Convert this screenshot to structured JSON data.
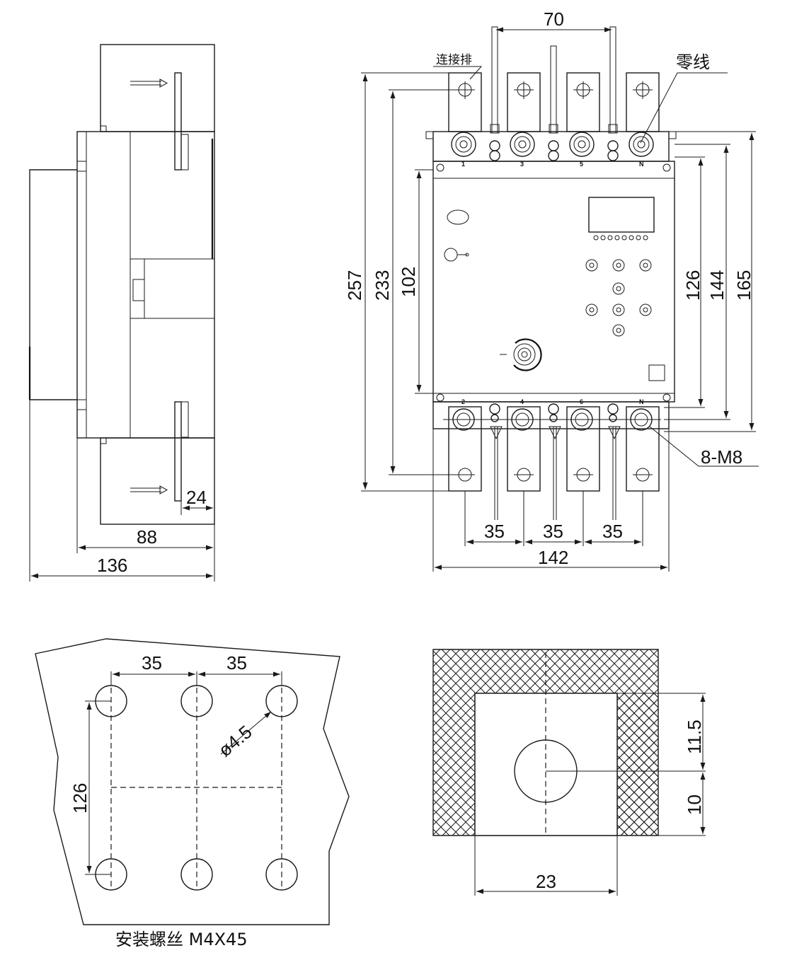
{
  "side_view": {
    "dim_24": "24",
    "dim_88": "88",
    "dim_136": "136"
  },
  "front_view": {
    "dim_70": "70",
    "label_busbar": "连接排",
    "label_neutral": "零线",
    "dim_257": "257",
    "dim_233": "233",
    "dim_102": "102",
    "dim_126": "126",
    "dim_144": "144",
    "dim_165": "165",
    "label_screw": "8-M8",
    "dim_35": "35",
    "dim_142": "142",
    "terminals_top": [
      "1",
      "3",
      "5",
      "N"
    ],
    "terminals_bottom": [
      "2",
      "4",
      "6",
      "N"
    ]
  },
  "mount_view": {
    "dim_35a": "35",
    "dim_35b": "35",
    "dim_126": "126",
    "hole_dia": "ø4.5",
    "caption": "安装螺丝 M4X45"
  },
  "cutout_view": {
    "dim_11_5": "11.5",
    "dim_10": "10",
    "dim_23": "23"
  }
}
